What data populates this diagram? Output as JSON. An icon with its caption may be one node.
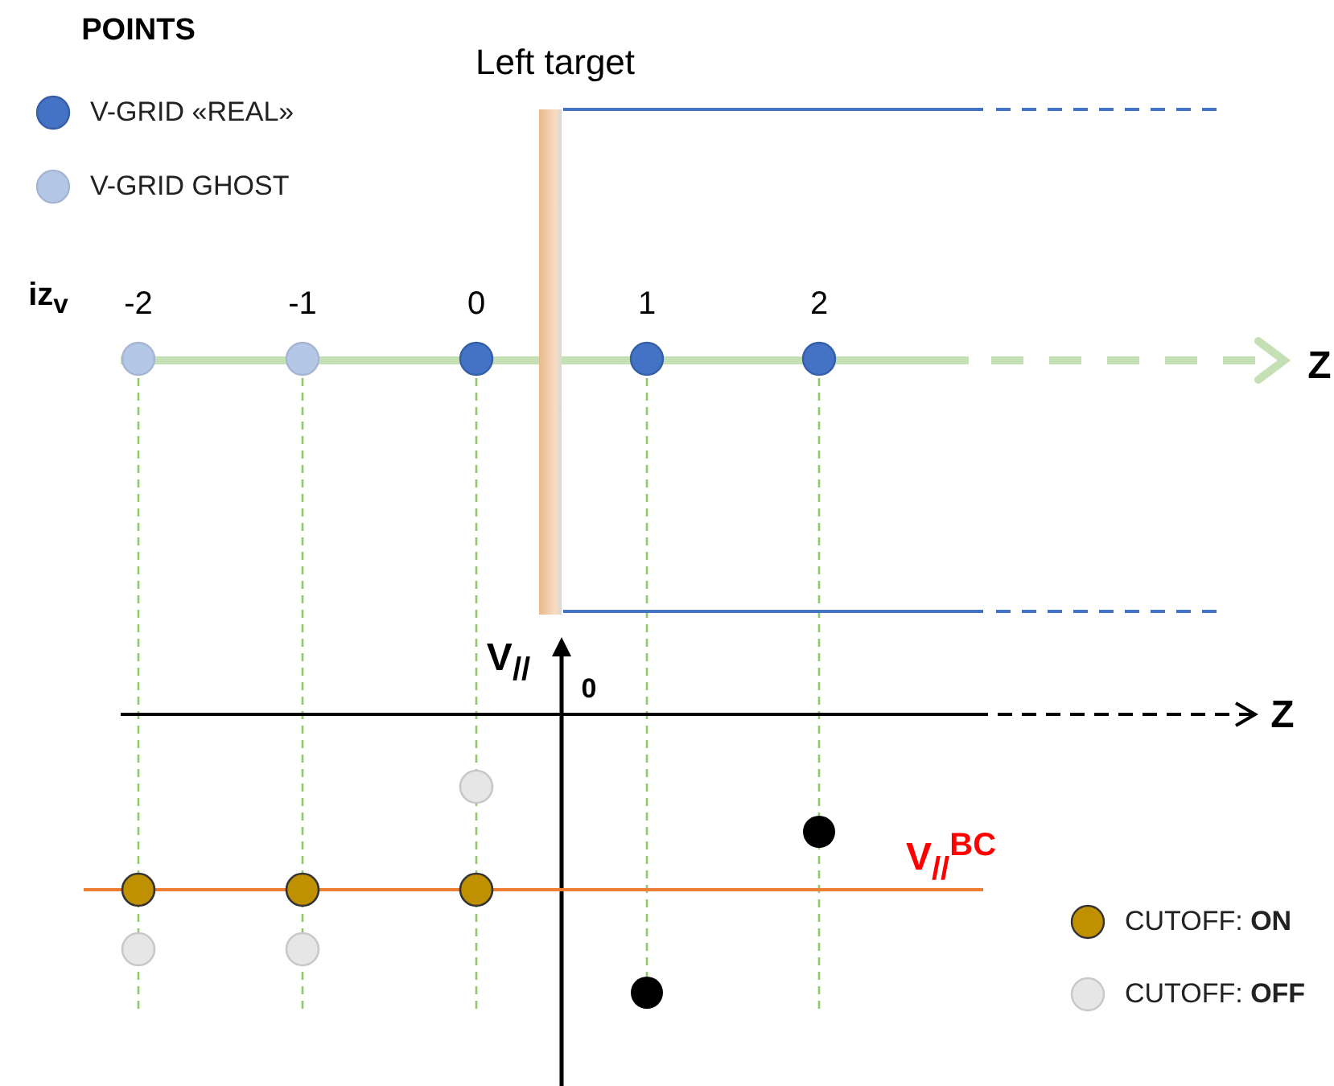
{
  "diagram": {
    "nodes": [
      {
        "text": [
          "Left target"
        ]
      }
    ],
    "labels": [
      "POINTS",
      "iz$_{v}$",
      "-2",
      "-1",
      "0",
      "1",
      "2",
      "Z",
      "V$_{//}$",
      "0",
      "Z",
      "V$_{//}$$^{BC}$"
    ],
    "legend": [
      {
        "text": "V-GRID «REAL»",
        "color": "#4472c4"
      },
      {
        "text": "V-GRID GHOST",
        "color": "#b4c7e7"
      },
      {
        "text": "CUTOFF: **ON**",
        "color": "#bf9000"
      },
      {
        "text": "CUTOFF: **OFF**",
        "color": "#e6e6e6"
      }
    ]
  }
}
